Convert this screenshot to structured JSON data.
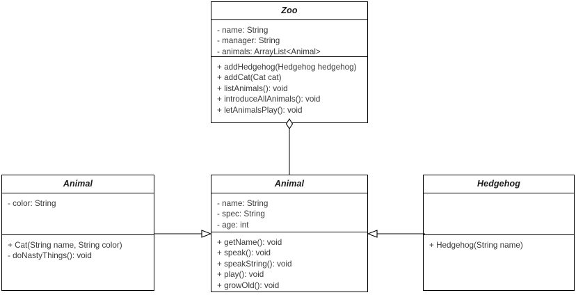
{
  "diagram": {
    "type": "uml-class-diagram",
    "background_color": "#ffffff",
    "line_color": "#000000",
    "text_color": "#3a3a3a",
    "title_color": "#1a1a1a"
  },
  "classes": [
    {
      "id": "zoo",
      "name": "Zoo",
      "attributes": [
        "- name: String",
        "- manager: String",
        "- animals: ArrayList<Animal>"
      ],
      "methods": [
        "+ addHedgehog(Hedgehog hedgehog)",
        "+ addCat(Cat cat)",
        "+ listAnimals(): void",
        "+ introduceAllAnimals(): void",
        "+ letAnimalsPlay(): void"
      ]
    },
    {
      "id": "cat",
      "name": "Animal",
      "attributes": [
        "- color: String"
      ],
      "methods": [
        "+ Cat(String name, String color)",
        "- doNastyThings(): void"
      ]
    },
    {
      "id": "animal",
      "name": "Animal",
      "attributes": [
        "- name: String",
        "- spec: String",
        "- age: int"
      ],
      "methods": [
        "+ getName(): void",
        "+ speak(): void",
        "+ speakString(): void",
        "+ play(): void",
        "+ growOld(): void"
      ]
    },
    {
      "id": "hedgehog",
      "name": "Hedgehog",
      "attributes": [],
      "methods": [
        "+ Hedgehog(String name)"
      ]
    }
  ],
  "relationships": [
    {
      "id": "zoo-animal",
      "kind": "aggregation",
      "from": "animal",
      "to": "zoo",
      "marker": "hollow-diamond"
    },
    {
      "id": "cat-animal",
      "kind": "generalization",
      "from": "cat",
      "to": "animal",
      "marker": "hollow-triangle"
    },
    {
      "id": "hedgehog-animal",
      "kind": "generalization",
      "from": "hedgehog",
      "to": "animal",
      "marker": "hollow-triangle"
    }
  ]
}
